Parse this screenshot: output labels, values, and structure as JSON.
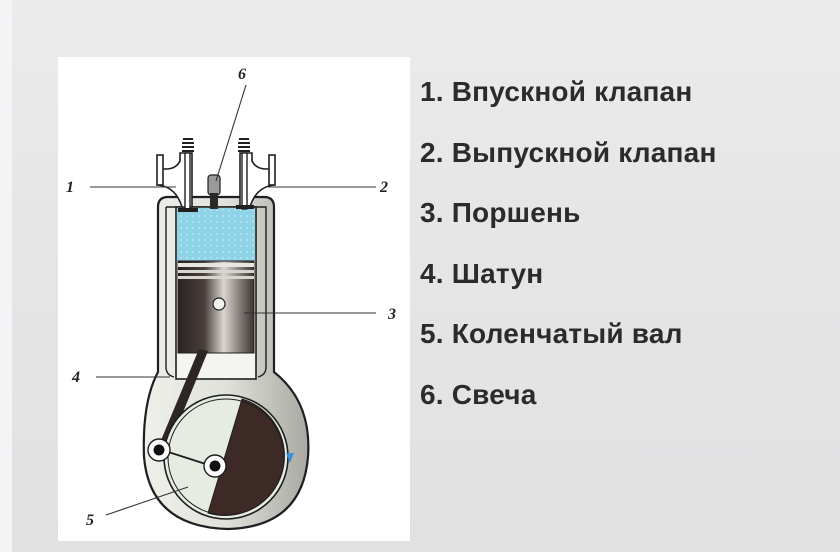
{
  "diagram": {
    "subject": "four-stroke engine cylinder cross-section",
    "callouts": [
      "1",
      "2",
      "3",
      "4",
      "5",
      "6"
    ],
    "colors": {
      "combustion_chamber": "#8fd3e6",
      "piston_dark": "#3a3230",
      "crank_counterweight": "#3d2a26",
      "rotation_arrow": "#3a8fd6",
      "background": "#e6e6e7",
      "panel": "#ffffff",
      "text": "#2b2b2b"
    }
  },
  "legend": {
    "items": [
      {
        "number": "1.",
        "label": "Впускной клапан",
        "text": "1. Впускной клапан"
      },
      {
        "number": "2.",
        "label": "Выпускной клапан",
        "text": "2. Выпускной клапан"
      },
      {
        "number": "3.",
        "label": "Поршень",
        "text": "3. Поршень"
      },
      {
        "number": "4.",
        "label": "Шатун",
        "text": "4. Шатун"
      },
      {
        "number": "5.",
        "label": "Коленчатый вал",
        "text": "5. Коленчатый вал"
      },
      {
        "number": "6.",
        "label": "Свеча",
        "text": "6. Свеча"
      }
    ]
  }
}
